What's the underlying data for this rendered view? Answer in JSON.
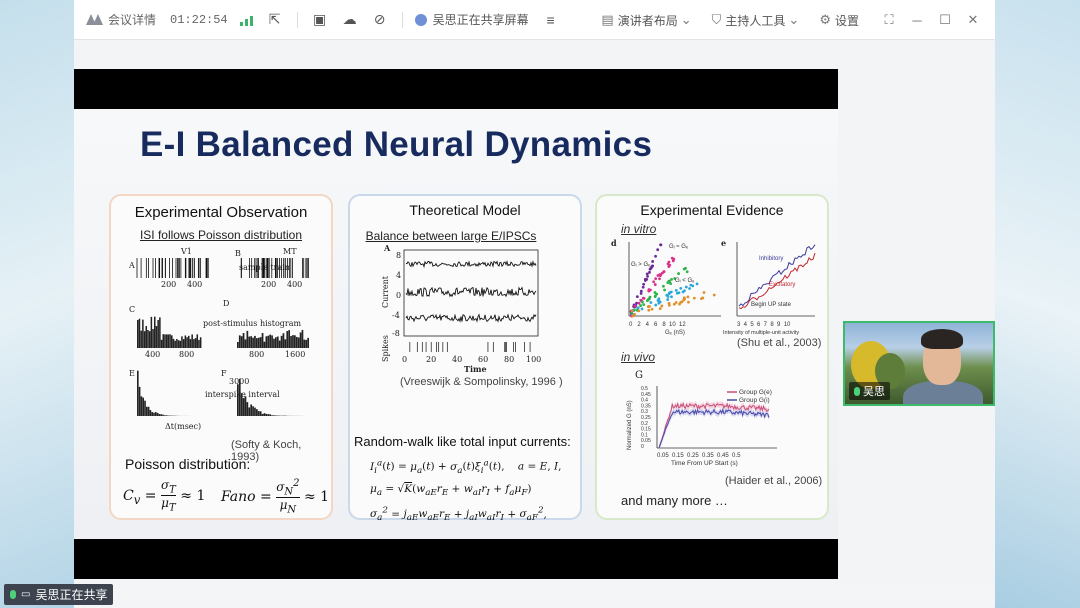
{
  "titlebar": {
    "meeting_info": "会议详情",
    "timer": "01:22:54",
    "sharing_status": "吴思正在共享屏幕",
    "speaker_layout": "演讲者布局",
    "host_tools": "主持人工具",
    "settings": "设置"
  },
  "slide": {
    "title": "E-I Balanced Neural Dynamics",
    "panel1": {
      "heading": "Experimental Observation",
      "subheading": "ISI follows Poisson distribution",
      "label_v1": "V1",
      "label_mt": "MT",
      "label_sample_train": "sample train",
      "label_psth": "post-stimulus histogram",
      "label_isi": "interspike interval",
      "label_dt": "Δt(msec)",
      "citation": "(Softy & Koch, 1993)",
      "poisson_label": "Poisson distribution:"
    },
    "panel2": {
      "heading": "Theoretical Model",
      "subheading": "Balance between large E/IPSCs",
      "axis_current": "Current",
      "axis_spikes": "Spikes",
      "axis_time": "Time",
      "citation": "(Vreeswijk & Sompolinsky, 1996 )",
      "randomwalk": "Random-walk like total input currents:"
    },
    "panel3": {
      "heading": "Experimental Evidence",
      "in_vitro": "in vitro",
      "citation1": "(Shu et al., 2003)",
      "in_vivo": "in vivo",
      "label_g": "G",
      "legend_ge": "Group G(e)",
      "legend_gi": "Group G(i)",
      "xlabel_vivo": "Time From UP Start (s)",
      "ylabel_vivo": "Normalized G (nS)",
      "label_inhibitory": "Inhibitory",
      "label_excitatory": "Excitatory",
      "label_begin_up": "Begin UP state",
      "xlabel_vitro": "Intensity of multiple-unit activity",
      "citation2": "(Haider et al., 2006)",
      "many_more": "and many more …"
    }
  },
  "video": {
    "name": "吴思"
  },
  "statusbar": {
    "text": "吴思正在共享"
  }
}
